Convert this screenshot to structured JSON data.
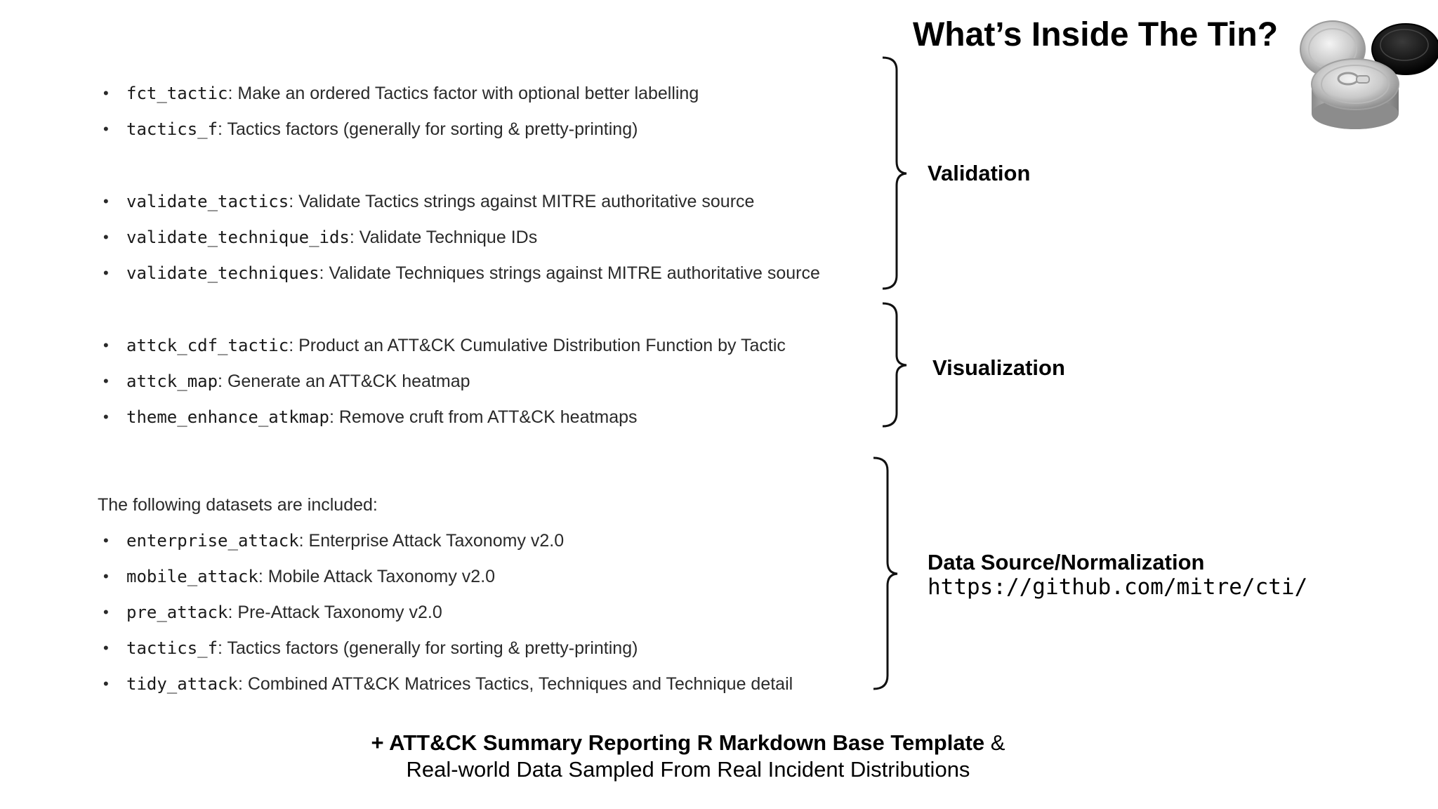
{
  "slide": {
    "title": "What’s Inside The Tin?",
    "functions": [
      {
        "code": "fct_tactic",
        "desc": ": Make an ordered Tactics factor with optional better labelling"
      },
      {
        "code": "tactics_f",
        "desc": ": Tactics factors (generally for sorting & pretty-printing)"
      },
      {
        "code": "validate_tactics",
        "desc": ": Validate Tactics strings against MITRE authoritative source"
      },
      {
        "code": "validate_technique_ids",
        "desc": ": Validate Technique IDs"
      },
      {
        "code": "validate_techniques",
        "desc": ": Validate Techniques strings against MITRE authoritative source"
      },
      {
        "code": "attck_cdf_tactic",
        "desc": ": Product an ATT&CK Cumulative Distribution Function by Tactic"
      },
      {
        "code": "attck_map",
        "desc": ": Generate an ATT&CK heatmap"
      },
      {
        "code": "theme_enhance_atkmap",
        "desc": ": Remove cruft from ATT&CK heatmaps"
      }
    ],
    "datasets_intro": "The following datasets are included:",
    "datasets": [
      {
        "code": "enterprise_attack",
        "desc": ": Enterprise Attack Taxonomy v2.0"
      },
      {
        "code": "mobile_attack",
        "desc": ": Mobile Attack Taxonomy v2.0"
      },
      {
        "code": "pre_attack",
        "desc": ": Pre-Attack Taxonomy v2.0"
      },
      {
        "code": "tactics_f",
        "desc": ": Tactics factors (generally for sorting & pretty-printing)"
      },
      {
        "code": "tidy_attack",
        "desc": ": Combined ATT&CK Matrices Tactics, Techniques and Technique detail"
      }
    ],
    "groups": {
      "validation": "Validation",
      "visualization": "Visualization",
      "data_source": "Data Source/Normalization",
      "data_source_url": "https://github.com/mitre/cti/"
    },
    "footer": {
      "line1_bold": "+ ATT&CK Summary Reporting R Markdown Base Template",
      "line1_rest": " &",
      "line2": "Real-world Data Sampled From Real Incident Distributions"
    },
    "image_icon": "tin-cans-image",
    "colors": {
      "text": "#2a2a2a",
      "heading": "#000000"
    }
  }
}
